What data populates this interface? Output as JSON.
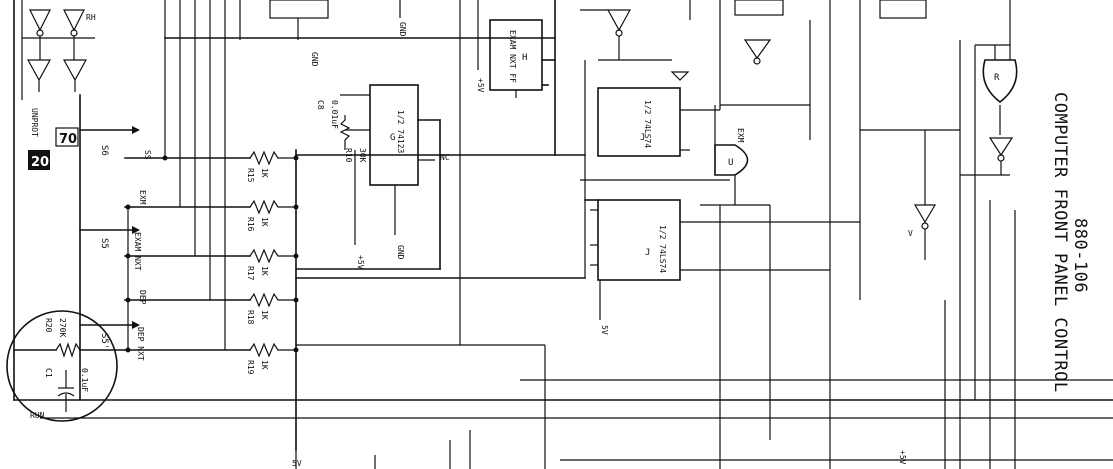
{
  "title": {
    "part_number": "880-106",
    "name": "COMPUTER FRONT PANEL CONTROL"
  },
  "badges": {
    "top": "70",
    "bottom": "20"
  },
  "highlight_color": "#d9262c",
  "rails": {
    "plus5v": "+5V",
    "gnd": "GND",
    "five_v": "5V"
  },
  "labels": {
    "unprot": "UNPROT",
    "s6": "S6",
    "s5": "S5",
    "s5_prime": "S5'",
    "ss": "SS",
    "exm": "EXM",
    "exam_nxt": "EXAM NXT",
    "dep": "DEP",
    "dep_nxt": "DEP NXT",
    "run": "RUN",
    "nc": "NC",
    "g": "G",
    "j": "J",
    "u": "U",
    "r": "R",
    "h": "H",
    "v": "V",
    "rh": "RH",
    "exam_nxt_ff": "EXAM NXT FF",
    "one_shot": "1/2 74123",
    "ff_half": "1/2 74LS74"
  },
  "components": {
    "resistors": [
      {
        "value": "1K",
        "ref": "R15"
      },
      {
        "value": "1K",
        "ref": "R16"
      },
      {
        "value": "1K",
        "ref": "R17"
      },
      {
        "value": "1K",
        "ref": "R18"
      },
      {
        "value": "1K",
        "ref": "R19"
      }
    ],
    "r20": {
      "value": "270K",
      "ref": "R20"
    },
    "c1": {
      "value": "0.1uF",
      "ref": "C1"
    },
    "r10": {
      "value": "30K",
      "ref": "R10"
    },
    "c8": {
      "value": "0.01uF",
      "ref": "C8"
    }
  }
}
